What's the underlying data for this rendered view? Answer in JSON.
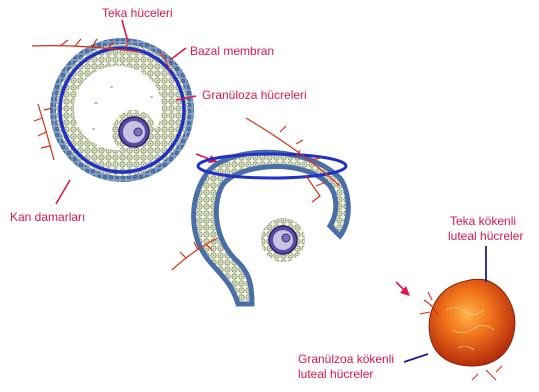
{
  "labels": {
    "teka": "Teka hüceleri",
    "bazal": "Bazal membran",
    "granuloza": "Granüloza hücreleri",
    "kan": "Kan damarları",
    "teka_kokenli_1": "Teka kökenli",
    "teka_kokenli_2": "luteal hücreler",
    "granuloza_kokenli_1": "Granülzoa kökenli",
    "granuloza_kokenli_2": "luteal hücreler"
  },
  "colors": {
    "label_red": "#e0164b",
    "label_navy": "#1b1f8a",
    "basal_membrane": "#2230c8",
    "theca": "#4a6fa8",
    "granulosa": "#dde7c8",
    "vessel": "#d63018",
    "corpus_luteum": "#e85a10"
  },
  "stages": [
    "preovulatory-follicle",
    "ruptured-follicle",
    "corpus-luteum"
  ]
}
